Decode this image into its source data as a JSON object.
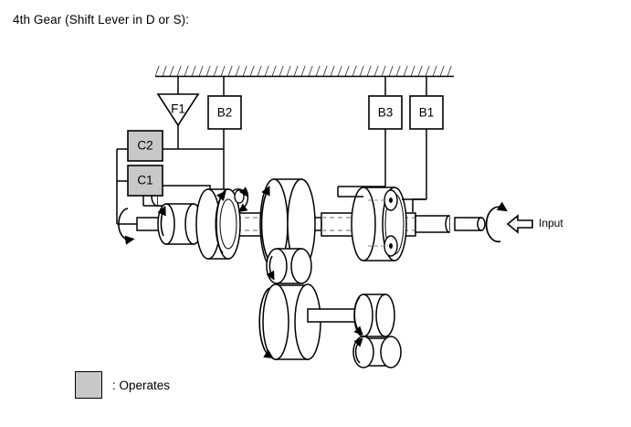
{
  "title": "4th Gear (Shift Lever in D or S):",
  "legend": {
    "swatch_color": "#c8c8c8",
    "text": ": Operates"
  },
  "input": {
    "label": "Input",
    "arrow_icon": "hollow-left-arrow",
    "rotation_icon": "rotation-arc"
  },
  "ground": {
    "icon": "hatched-ground-line"
  },
  "elements": [
    {
      "id": "F1",
      "label": "F1",
      "shape": "triangle",
      "state": "free",
      "fill": "#ffffff"
    },
    {
      "id": "B2",
      "label": "B2",
      "shape": "box",
      "state": "free",
      "fill": "#ffffff"
    },
    {
      "id": "B3",
      "label": "B3",
      "shape": "box",
      "state": "free",
      "fill": "#ffffff"
    },
    {
      "id": "B1",
      "label": "B1",
      "shape": "box",
      "state": "free",
      "fill": "#ffffff"
    },
    {
      "id": "C2",
      "label": "C2",
      "shape": "box",
      "state": "operates",
      "fill": "#c8c8c8"
    },
    {
      "id": "C1",
      "label": "C1",
      "shape": "box",
      "state": "operates",
      "fill": "#c8c8c8"
    }
  ],
  "colors": {
    "line": "#000000",
    "operate_fill": "#c8c8c8",
    "free_fill": "#ffffff",
    "background": "#ffffff"
  }
}
